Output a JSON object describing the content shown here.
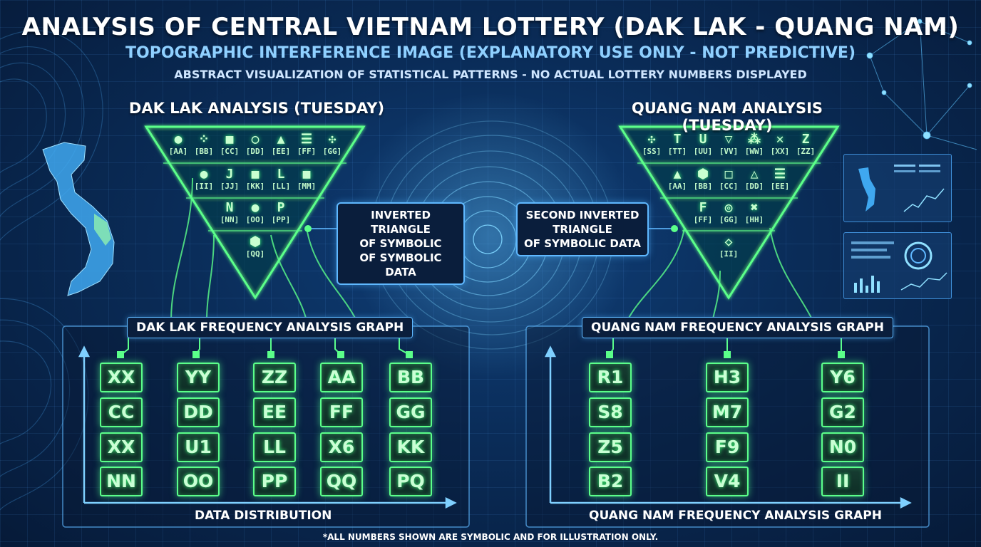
{
  "header": {
    "title": "ANALYSIS OF CENTRAL VIETNAM LOTTERY (DAK LAK - QUANG NAM)",
    "subtitle": "TOPOGRAPHIC INTERFERENCE IMAGE (EXPLANATORY USE ONLY - NOT PREDICTIVE)",
    "subtitle2": "ABSTRACT VISUALIZATION OF STATISTICAL PATTERNS - NO ACTUAL LOTTERY NUMBERS DISPLAYED"
  },
  "dak_lak": {
    "heading": "DAK LAK ANALYSIS (TUESDAY)",
    "rows": [
      [
        {
          "glyph": "●",
          "label": "[AA]"
        },
        {
          "glyph": "⁘",
          "label": "[BB]"
        },
        {
          "glyph": "■",
          "label": "[CC]"
        },
        {
          "glyph": "○",
          "label": "[DD]"
        },
        {
          "glyph": "▲",
          "label": "[EE]"
        },
        {
          "glyph": "☰",
          "label": "[FF]"
        },
        {
          "glyph": "✣",
          "label": "[GG]"
        }
      ],
      [
        {
          "glyph": "●",
          "label": "[II]"
        },
        {
          "glyph": "J",
          "label": "[JJ]"
        },
        {
          "glyph": "■",
          "label": "[KK]"
        },
        {
          "glyph": "L",
          "label": "[LL]"
        },
        {
          "glyph": "■",
          "label": "[MM]"
        }
      ],
      [
        {
          "glyph": "N",
          "label": "[NN]"
        },
        {
          "glyph": "●",
          "label": "[OO]"
        },
        {
          "glyph": "P",
          "label": "[PP]"
        }
      ],
      [
        {
          "glyph": "⬢",
          "label": "[QQ]"
        }
      ]
    ],
    "callout": [
      "INVERTED TRIANGLE",
      "OF SYMBOLIC",
      "OF SYMBOLIC DATA"
    ],
    "graph_label": "DAK LAK FREQUENCY ANALYSIS GRAPH",
    "columns": [
      [
        "XX",
        "CC",
        "XX",
        "NN"
      ],
      [
        "YY",
        "DD",
        "U1",
        "OO"
      ],
      [
        "ZZ",
        "EE",
        "LL",
        "PP"
      ],
      [
        "AA",
        "FF",
        "X6",
        "QQ"
      ],
      [
        "BB",
        "GG",
        "KK",
        "PQ"
      ]
    ],
    "x_axis_label": "DATA DISTRIBUTION"
  },
  "quang_nam": {
    "heading": "QUANG NAM ANALYSIS (TUESDAY)",
    "rows": [
      [
        {
          "glyph": "✣",
          "label": "[SS]"
        },
        {
          "glyph": "T",
          "label": "[TT]"
        },
        {
          "glyph": "U",
          "label": "[UU]"
        },
        {
          "glyph": "▽",
          "label": "[VV]"
        },
        {
          "glyph": "⁂",
          "label": "[WW]"
        },
        {
          "glyph": "✕",
          "label": "[XX]"
        },
        {
          "glyph": "Z",
          "label": "[ZZ]"
        }
      ],
      [
        {
          "glyph": "▲",
          "label": "[AA]"
        },
        {
          "glyph": "⬢",
          "label": "[BB]"
        },
        {
          "glyph": "□",
          "label": "[CC]"
        },
        {
          "glyph": "△",
          "label": "[DD]"
        },
        {
          "glyph": "☰",
          "label": "[EE]"
        }
      ],
      [
        {
          "glyph": "F",
          "label": "[FF]"
        },
        {
          "glyph": "◎",
          "label": "[GG]"
        },
        {
          "glyph": "✖",
          "label": "[HH]"
        }
      ],
      [
        {
          "glyph": "◇",
          "label": "[II]"
        }
      ]
    ],
    "callout": [
      "SECOND INVERTED",
      "TRIANGLE",
      "OF SYMBOLIC DATA"
    ],
    "graph_label": "QUANG NAM FREQUENCY ANALYSIS GRAPH",
    "columns": [
      [
        "R1",
        "S8",
        "Z5",
        "B2"
      ],
      [
        "H3",
        "M7",
        "F9",
        "V4"
      ],
      [
        "Y6",
        "G2",
        "N0",
        "II"
      ]
    ],
    "x_axis_label": "QUANG NAM FREQUENCY ANALYSIS GRAPH"
  },
  "footnote": "*ALL NUMBERS SHOWN ARE SYMBOLIC AND FOR ILLUSTRATION ONLY."
}
